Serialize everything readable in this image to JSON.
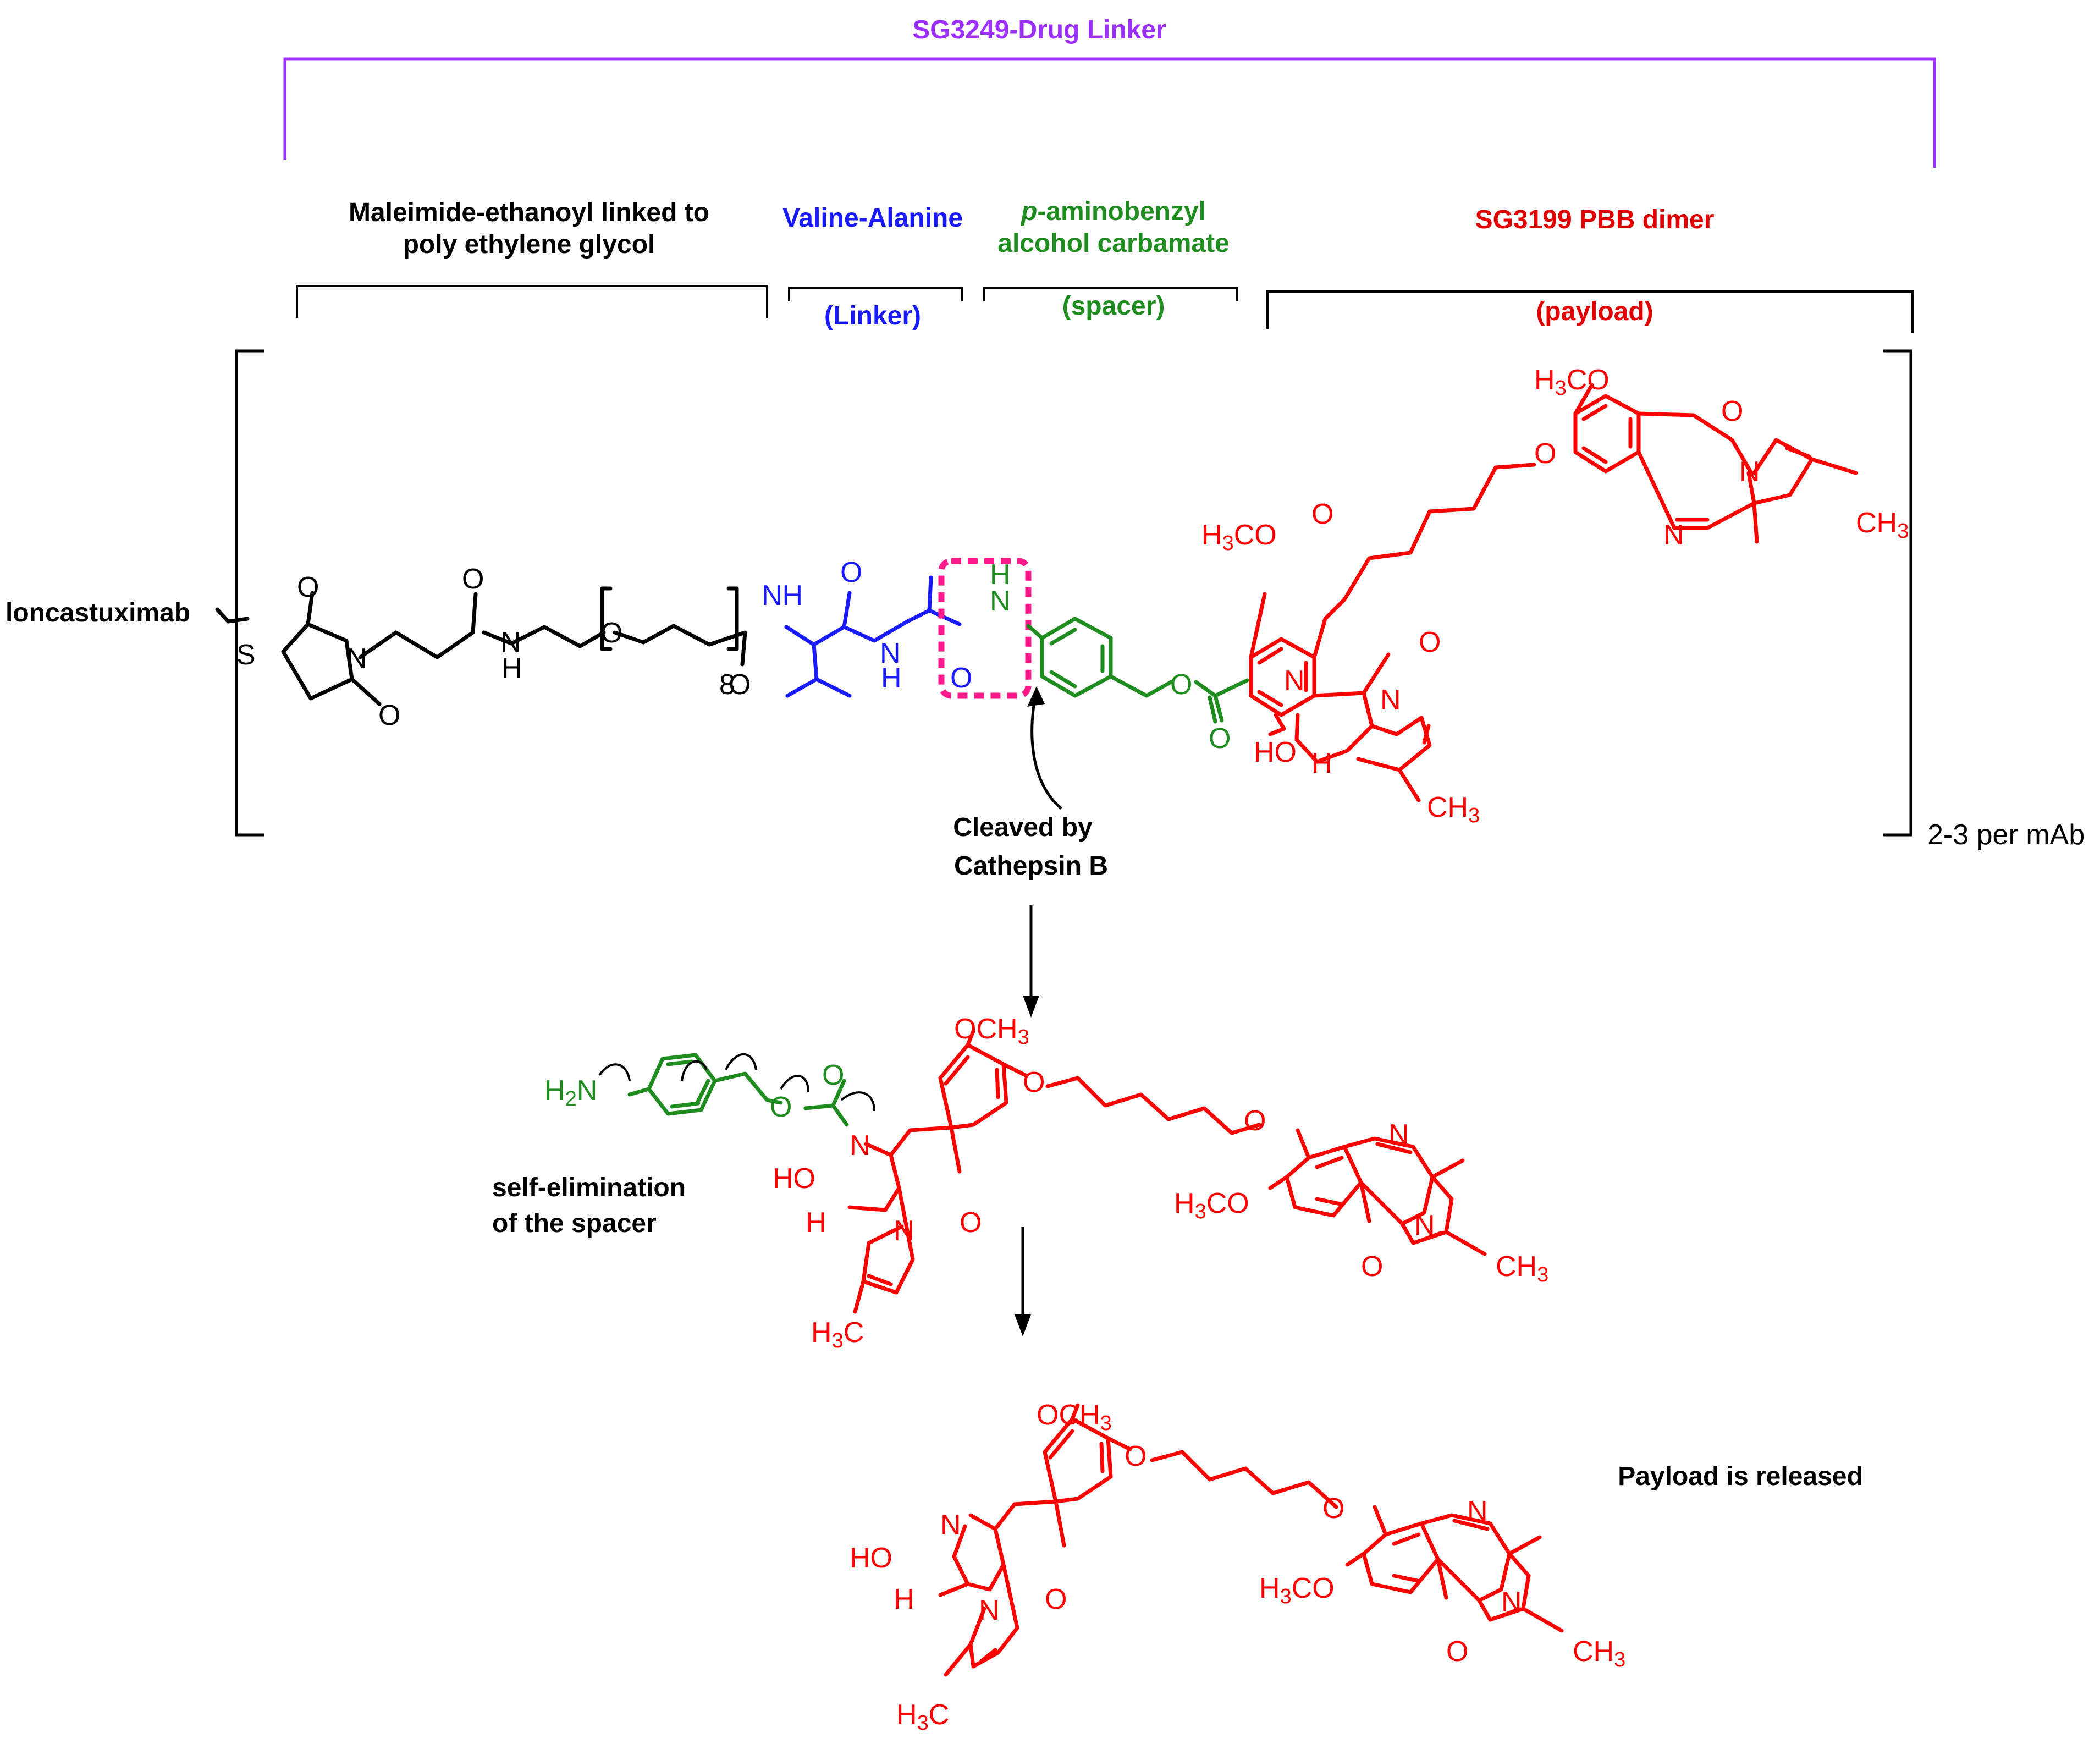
{
  "title": "SG3249-Drug Linker",
  "segments": {
    "maleimide_line1": "Maleimide-ethanoyl linked to",
    "maleimide_line2": "poly ethylene glycol",
    "valala": "Valine-Alanine",
    "linker": "(Linker)",
    "pab_p": "p",
    "pab_line1": "-aminobenzyl",
    "pab_line2": "alcohol carbamate",
    "spacer": "(spacer)",
    "dimer": "SG3199 PBB dimer",
    "payload": "(payload)"
  },
  "antibody": "loncastuximab",
  "ratio": "2-3 per mAb",
  "cleave_line1": "Cleaved by",
  "cleave_line2": "Cathepsin B",
  "selfelim_line1": "self-elimination",
  "selfelim_line2": "of the spacer",
  "released": "Payload is released",
  "atoms": {
    "O": "O",
    "N": "N",
    "H": "H",
    "NH": "NH",
    "S": "S",
    "HO": "HO",
    "peg_count": "8",
    "OCH": "OCH",
    "H3C_H": "H",
    "C": "C",
    "CO": "CO",
    "CH": "CH",
    "sub3": "3",
    "H2N_H": "H",
    "sub2": "2"
  },
  "colors": {
    "title": "#9b30ff",
    "linker": "#1a1aff",
    "spacer": "#1e8c1e",
    "payload": "#ff0000",
    "payload_label": "#e00000",
    "cleave_box": "#ff1a8c",
    "black": "#000000"
  }
}
